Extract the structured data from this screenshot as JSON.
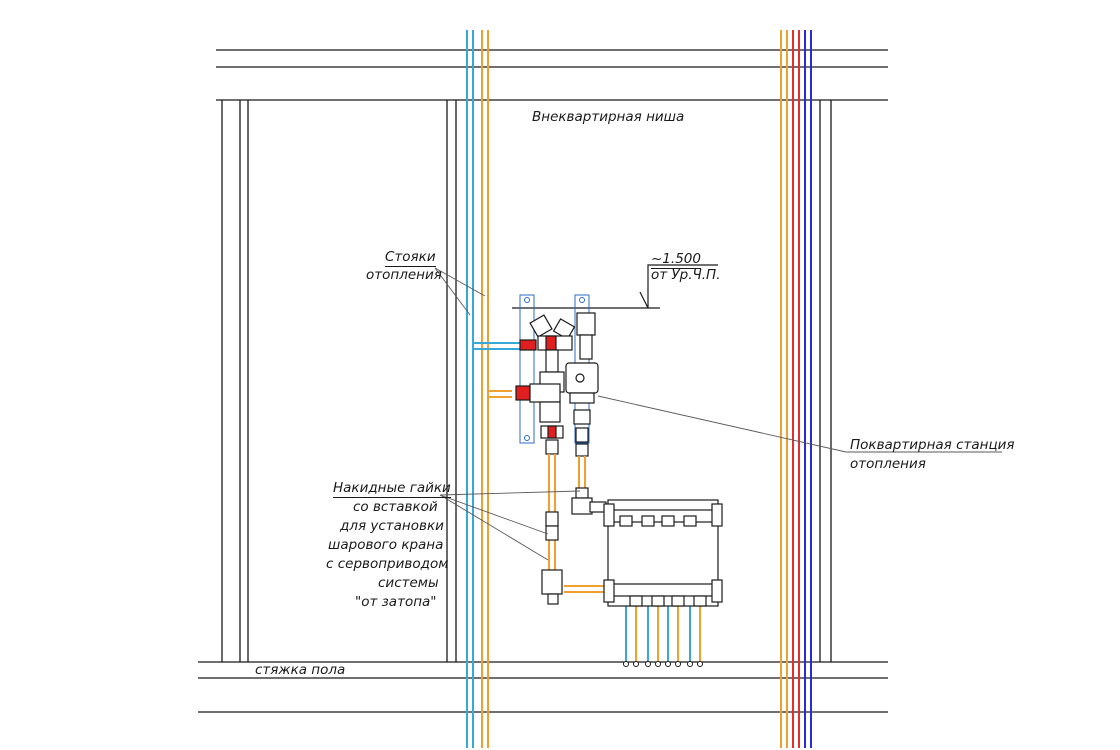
{
  "labels": {
    "niche": "Внеквартирная ниша",
    "risers_line1": "Стояки",
    "risers_line2": "отопления",
    "level_value": "~1.500",
    "level_ref": "от Ур.Ч.П.",
    "station_line1": "Поквартирная станция",
    "station_line2": "отопления",
    "nuts_line1": "Накидные гайки",
    "nuts_line2": "со вставкой",
    "nuts_line3": "для установки",
    "nuts_line4": "шарового крана",
    "nuts_line5": "с сервоприводом",
    "nuts_line6": "системы",
    "nuts_line7": "\"от затопа\"",
    "screed": "стяжка пола"
  },
  "colors": {
    "line": "#1a1a1a",
    "supply_blue": "#37a8d8",
    "return_orange": "#f0a030",
    "riser_red": "#e03030",
    "riser_darkblue": "#2a2ad8",
    "valve_red": "#e02020"
  }
}
